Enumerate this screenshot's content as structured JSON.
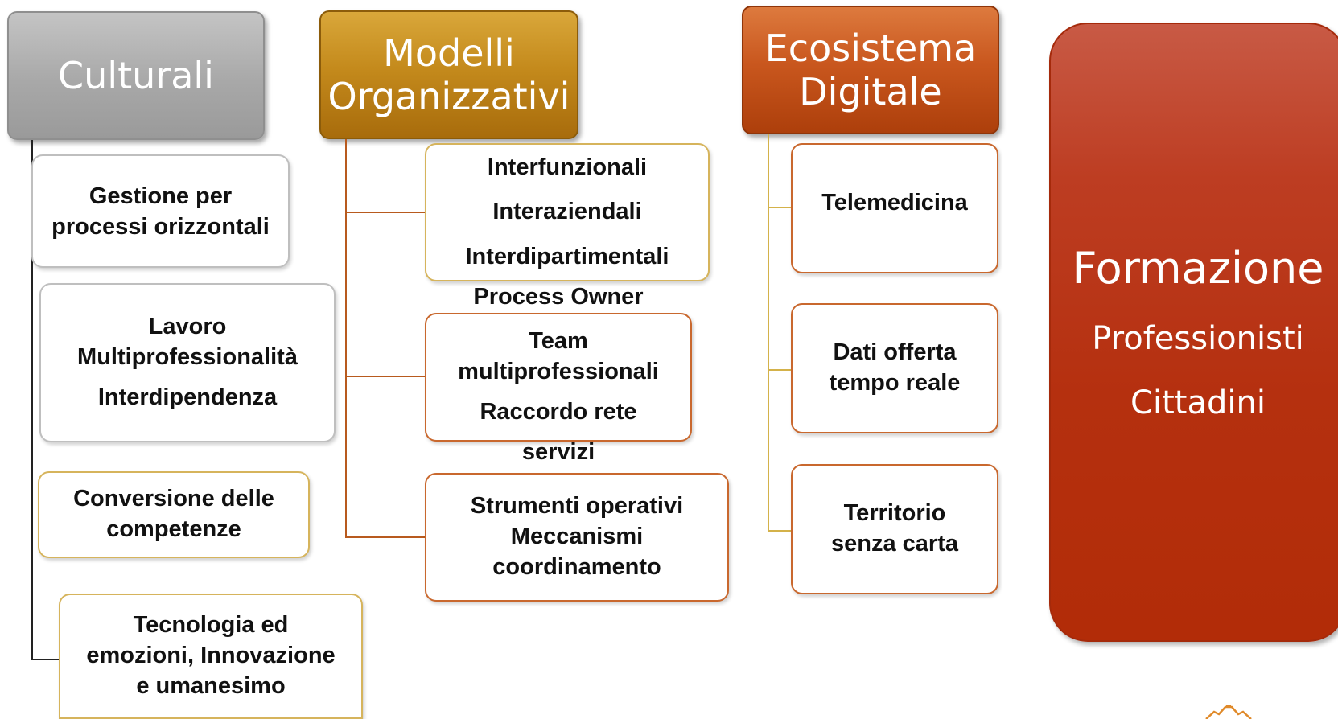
{
  "columns": [
    {
      "header": "Culturali",
      "items": [
        {
          "lines": [
            "Gestione per",
            "processi orizzontali"
          ]
        },
        {
          "lines": [
            "Lavoro",
            "Multiprofessionalità",
            "Interdipendenza"
          ]
        },
        {
          "lines": [
            "Conversione delle",
            "competenze"
          ]
        },
        {
          "lines": [
            "Tecnologia ed",
            "emozioni, Innovazione",
            "e umanesimo"
          ]
        }
      ]
    },
    {
      "header_lines": [
        "Modelli",
        "Organizzativi"
      ],
      "items": [
        {
          "lines": [
            "Interfunzionali",
            "Interaziendali",
            "Interdipartimentali"
          ]
        },
        {
          "above": "Process Owner",
          "lines": [
            "Team",
            "multiprofessionali",
            "Raccordo rete"
          ],
          "below": "servizi"
        },
        {
          "lines": [
            "Strumenti operativi",
            "Meccanismi",
            "coordinamento"
          ]
        }
      ]
    },
    {
      "header_lines": [
        "Ecosistema",
        "Digitale"
      ],
      "items": [
        {
          "lines": [
            "Telemedicina"
          ]
        },
        {
          "lines": [
            "Dati offerta",
            "tempo reale"
          ]
        },
        {
          "lines": [
            "Territorio",
            "senza carta"
          ]
        }
      ]
    }
  ],
  "formazione": {
    "title": "Formazione",
    "lines": [
      "Professionisti",
      "Cittadini"
    ]
  },
  "colors": {
    "culturali": "#a8a8a8",
    "modelli": "#c48a1c",
    "ecosistema": "#c9571e",
    "formazione": "#b5300f"
  }
}
